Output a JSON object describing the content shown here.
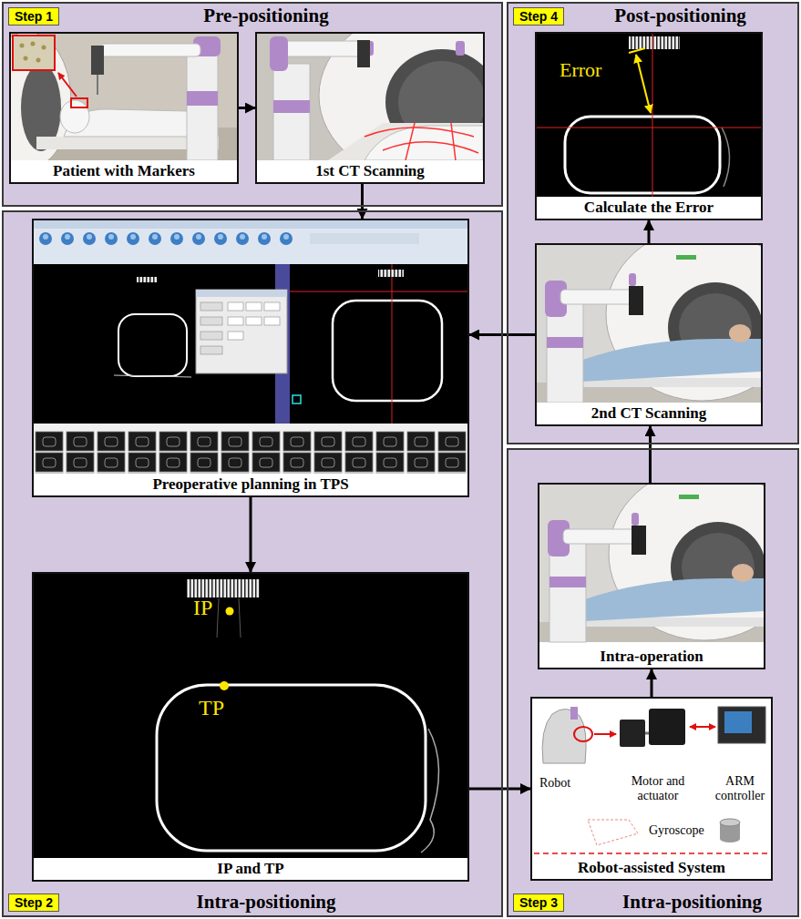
{
  "diagram": {
    "nodes": [
      {
        "text": [
          "Step 1",
          "Pre-positioning"
        ]
      },
      {
        "text": [
          "Patient with Markers"
        ],
        "in": 0
      },
      {
        "text": [
          "1st CT Scanning"
        ],
        "in": 0
      },
      {
        "text": [
          "Step 4",
          "Post-positioning"
        ]
      },
      {
        "text": [
          "Calculate the Error"
        ],
        "in": 3
      },
      {
        "text": [
          "2nd CT Scanning"
        ],
        "in": 3
      },
      {
        "text": [
          "Step 2",
          "Intra-positioning"
        ]
      },
      {
        "text": [
          "Preoperative planning in TPS"
        ],
        "in": 6
      },
      {
        "text": [
          "IP and TP"
        ],
        "in": 6
      },
      {
        "text": [
          "Step 3",
          "Intra-positioning"
        ]
      },
      {
        "text": [
          "Intra-operation"
        ],
        "in": 9
      },
      {
        "text": [
          "Robot-assisted System"
        ],
        "in": 9
      }
    ],
    "edges": [
      {
        "from": 1,
        "to": 2,
        "arrow": "to"
      },
      {
        "from": 2,
        "to": 7,
        "arrow": "to"
      },
      {
        "from": 7,
        "to": 8,
        "arrow": "to"
      },
      {
        "from": 8,
        "to": 11,
        "arrow": "to"
      },
      {
        "from": 11,
        "to": 10,
        "arrow": "to"
      },
      {
        "from": 10,
        "to": 5,
        "arrow": "to"
      },
      {
        "from": 5,
        "to": 4,
        "arrow": "to"
      },
      {
        "from": 5,
        "to": 7,
        "arrow": "to"
      }
    ],
    "labels": [
      "Error",
      "IP",
      "TP",
      "Robot",
      "Motor and actuator",
      "ARM controller",
      "Gyroscope"
    ]
  }
}
